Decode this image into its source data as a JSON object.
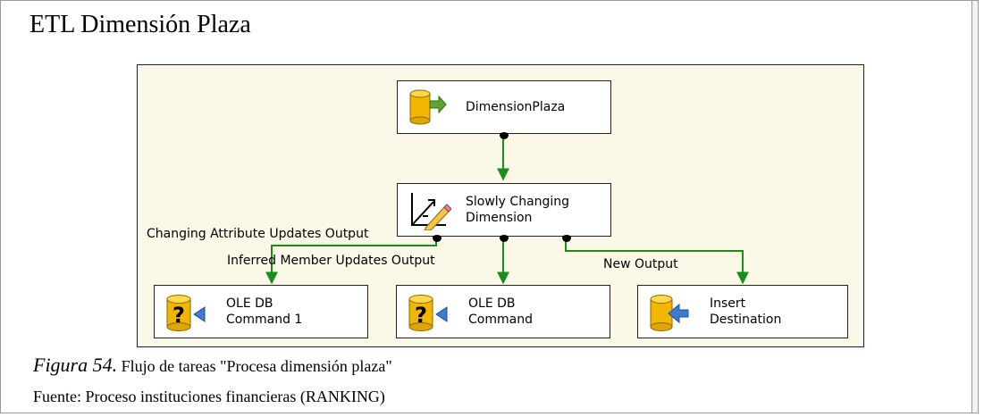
{
  "header": {
    "title": "ETL Dimensión Plaza"
  },
  "diagram": {
    "nodes": {
      "source": {
        "label": "DimensionPlaza",
        "icon": "database-source-icon"
      },
      "scd": {
        "label": "Slowly Changing\nDimension",
        "icon": "slowly-changing-dimension-icon"
      },
      "cmd1": {
        "label": "OLE DB\nCommand 1",
        "icon": "database-command-icon"
      },
      "cmd2": {
        "label": "OLE DB\nCommand",
        "icon": "database-command-icon"
      },
      "dest": {
        "label": "Insert\nDestination",
        "icon": "database-destination-icon"
      }
    },
    "outputs": {
      "changing": "Changing Attribute Updates Output",
      "inferred": "Inferred Member Updates Output",
      "new": "New Output"
    },
    "colors": {
      "arrow": "#1a8c1a",
      "canvas": "#fbf8e8",
      "cylinder": "#f2b600"
    }
  },
  "caption": {
    "figure_label": "Figura 54.",
    "figure_text": "Flujo de tareas \"Procesa dimensión plaza\"",
    "source": "Fuente: Proceso instituciones financieras (RANKING)"
  }
}
